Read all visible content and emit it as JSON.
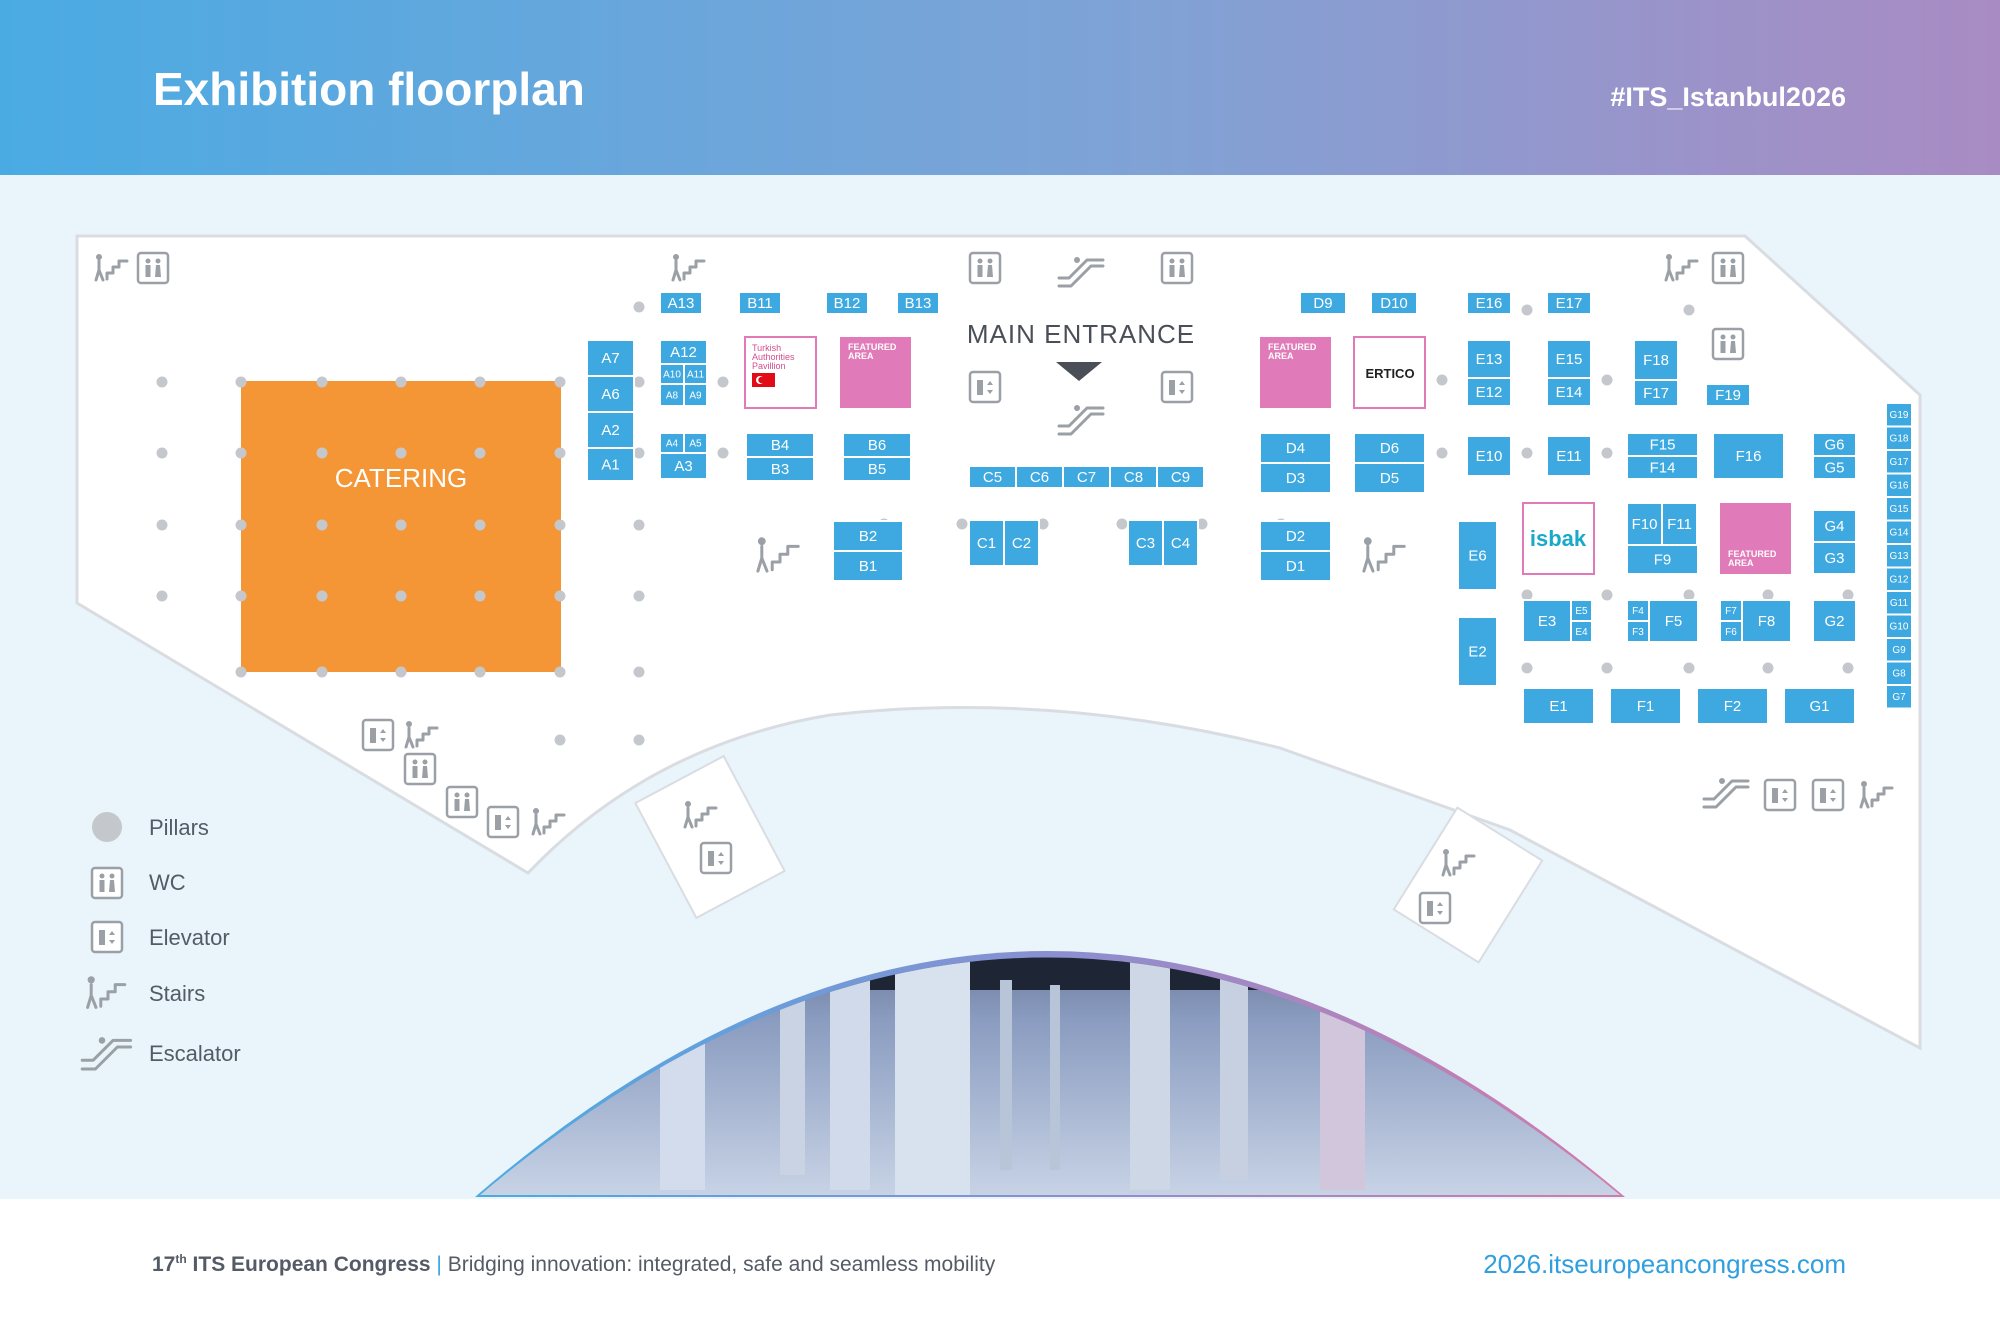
{
  "header": {
    "title": "Exhibition floorplan",
    "hashtag": "#ITS_Istanbul2026"
  },
  "zones": {
    "catering": "CATERING",
    "main_entrance": "MAIN ENTRANCE"
  },
  "booths": {
    "A13": "A13",
    "B11": "B11",
    "B12": "B12",
    "B13": "B13",
    "A7": "A7",
    "A6": "A6",
    "A2": "A2",
    "A1": "A1",
    "A12": "A12",
    "A10": "A10",
    "A11": "A11",
    "A8": "A8",
    "A9": "A9",
    "A4": "A4",
    "A5": "A5",
    "A3": "A3",
    "B4": "B4",
    "B3": "B3",
    "B6": "B6",
    "B5": "B5",
    "B2": "B2",
    "B1": "B1",
    "C5": "C5",
    "C6": "C6",
    "C7": "C7",
    "C8": "C8",
    "C9": "C9",
    "C1": "C1",
    "C2": "C2",
    "C3": "C3",
    "C4": "C4",
    "D9": "D9",
    "D10": "D10",
    "D4": "D4",
    "D3": "D3",
    "D6": "D6",
    "D5": "D5",
    "D2": "D2",
    "D1": "D1",
    "E16": "E16",
    "E17": "E17",
    "E13": "E13",
    "E12": "E12",
    "E15": "E15",
    "E14": "E14",
    "E10": "E10",
    "E11": "E11",
    "E6": "E6",
    "E2": "E2",
    "E3": "E3",
    "E5": "E5",
    "E4": "E4",
    "E1": "E1",
    "F18": "F18",
    "F17": "F17",
    "F19": "F19",
    "F15": "F15",
    "F14": "F14",
    "F16": "F16",
    "F10": "F10",
    "F11": "F11",
    "F9": "F9",
    "F4": "F4",
    "F3": "F3",
    "F5": "F5",
    "F7": "F7",
    "F6": "F6",
    "F8": "F8",
    "F1": "F1",
    "F2": "F2",
    "G6": "G6",
    "G5": "G5",
    "G4": "G4",
    "G3": "G3",
    "G2": "G2",
    "G1": "G1",
    "G_column": [
      "G19",
      "G18",
      "G17",
      "G16",
      "G15",
      "G14",
      "G13",
      "G12",
      "G11",
      "G10",
      "G9",
      "G8",
      "G7"
    ]
  },
  "featured": {
    "turkish_line1": "Turkish",
    "turkish_line2": "Authorities",
    "turkish_line3": "Pavillion",
    "featured_line1": "FEATURED",
    "featured_line2": "AREA",
    "ertico": "ERTICO",
    "isbak": "isbak"
  },
  "legend": {
    "pillars": "Pillars",
    "wc": "WC",
    "elevator": "Elevator",
    "stairs": "Stairs",
    "escalator": "Escalator"
  },
  "footer": {
    "congress_num": "17",
    "congress_sup": "th",
    "congress_name": "ITS European Congress",
    "separator": "|",
    "tagline": "Bridging innovation: integrated, safe and seamless mobility",
    "url": "2026.itseuropeancongress.com"
  },
  "colors": {
    "booth": "#3da9e0",
    "featured": "#e07ab8",
    "catering": "#f59636",
    "header_start": "#4aabe3",
    "header_end": "#a98bc3"
  }
}
